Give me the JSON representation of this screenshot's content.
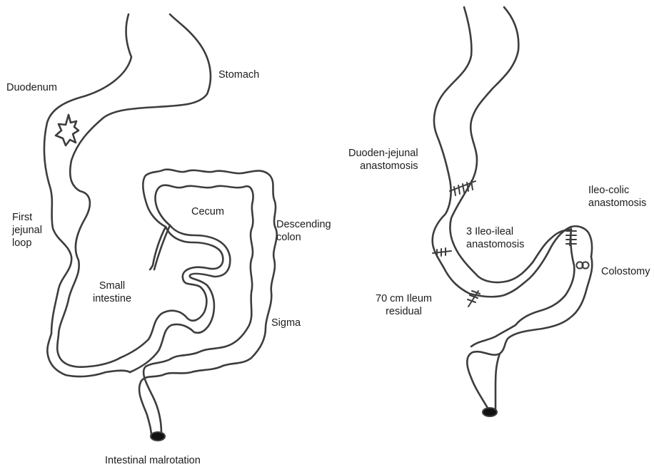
{
  "left_figure": {
    "caption": "Intestinal malrotation",
    "labels": {
      "duodenum": "Duodenum",
      "stomach": "Stomach",
      "first_jejunal_loop": "First\njejunal\nloop",
      "cecum": "Cecum",
      "descending_colon": "Descending\ncolon",
      "small_intestine": "Small\nintestine",
      "sigma": "Sigma"
    }
  },
  "right_figure": {
    "labels": {
      "duoden_jejunal_anastomosis": "Duoden-jejunal\nanastomosis",
      "ileo_colic_anastomosis": "Ileo-colic\nanastomosis",
      "ileo_ileal_anastomosis": "3 Ileo-ileal\nanastomosis",
      "colostomy": "Colostomy",
      "ileum_residual": "70 cm Ileum\nresidual"
    }
  },
  "colors": {
    "outline": "#3d3d3d",
    "text": "#1c1c1c",
    "anus_fill": "#111111"
  }
}
